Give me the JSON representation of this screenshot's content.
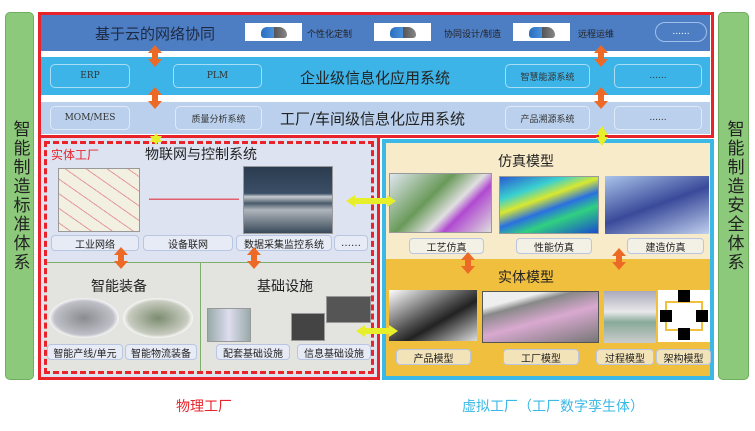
{
  "left_pillar": {
    "label": "智能制造标准体系"
  },
  "right_pillar": {
    "label": "智能制造安全体系"
  },
  "cloud_row": {
    "title": "基于云的网络协同",
    "items": [
      "个性化定制",
      "协同设计/制造",
      "远程运维"
    ],
    "more": "......"
  },
  "enterprise_row": {
    "title": "企业级信息化应用系统",
    "items": [
      "ERP",
      "PLM",
      "智慧能源系统",
      "......"
    ]
  },
  "factory_row": {
    "title": "工厂/车间级信息化应用系统",
    "items": [
      "MOM/MES",
      "质量分析系统",
      "产品溯源系统",
      "......"
    ]
  },
  "physical": {
    "tag": "实体工厂",
    "iot_title": "物联网与控制系统",
    "iot_items": [
      "工业网络",
      "设备联网",
      "数据采集监控系统",
      "……"
    ],
    "equipment_title": "智能装备",
    "equipment_items": [
      "智能产线/单元",
      "智能物流装备"
    ],
    "infra_title": "基础设施",
    "infra_items": [
      "配套基础设施",
      "信息基础设施"
    ],
    "caption": "物理工厂"
  },
  "virtual": {
    "sim_title": "仿真模型",
    "sim_items": [
      "工艺仿真",
      "性能仿真",
      "建造仿真"
    ],
    "entity_title": "实体模型",
    "entity_items": [
      "产品模型",
      "工厂模型",
      "过程模型",
      "架构模型"
    ],
    "caption": "虚拟工厂（工厂数字孪生体）"
  },
  "colors": {
    "red": "#e8232a",
    "cyan": "#3bb8e6",
    "green": "#8cc97a",
    "orange_arrow": "#ec6a26",
    "yellow_arrow": "#e7ef2a"
  }
}
